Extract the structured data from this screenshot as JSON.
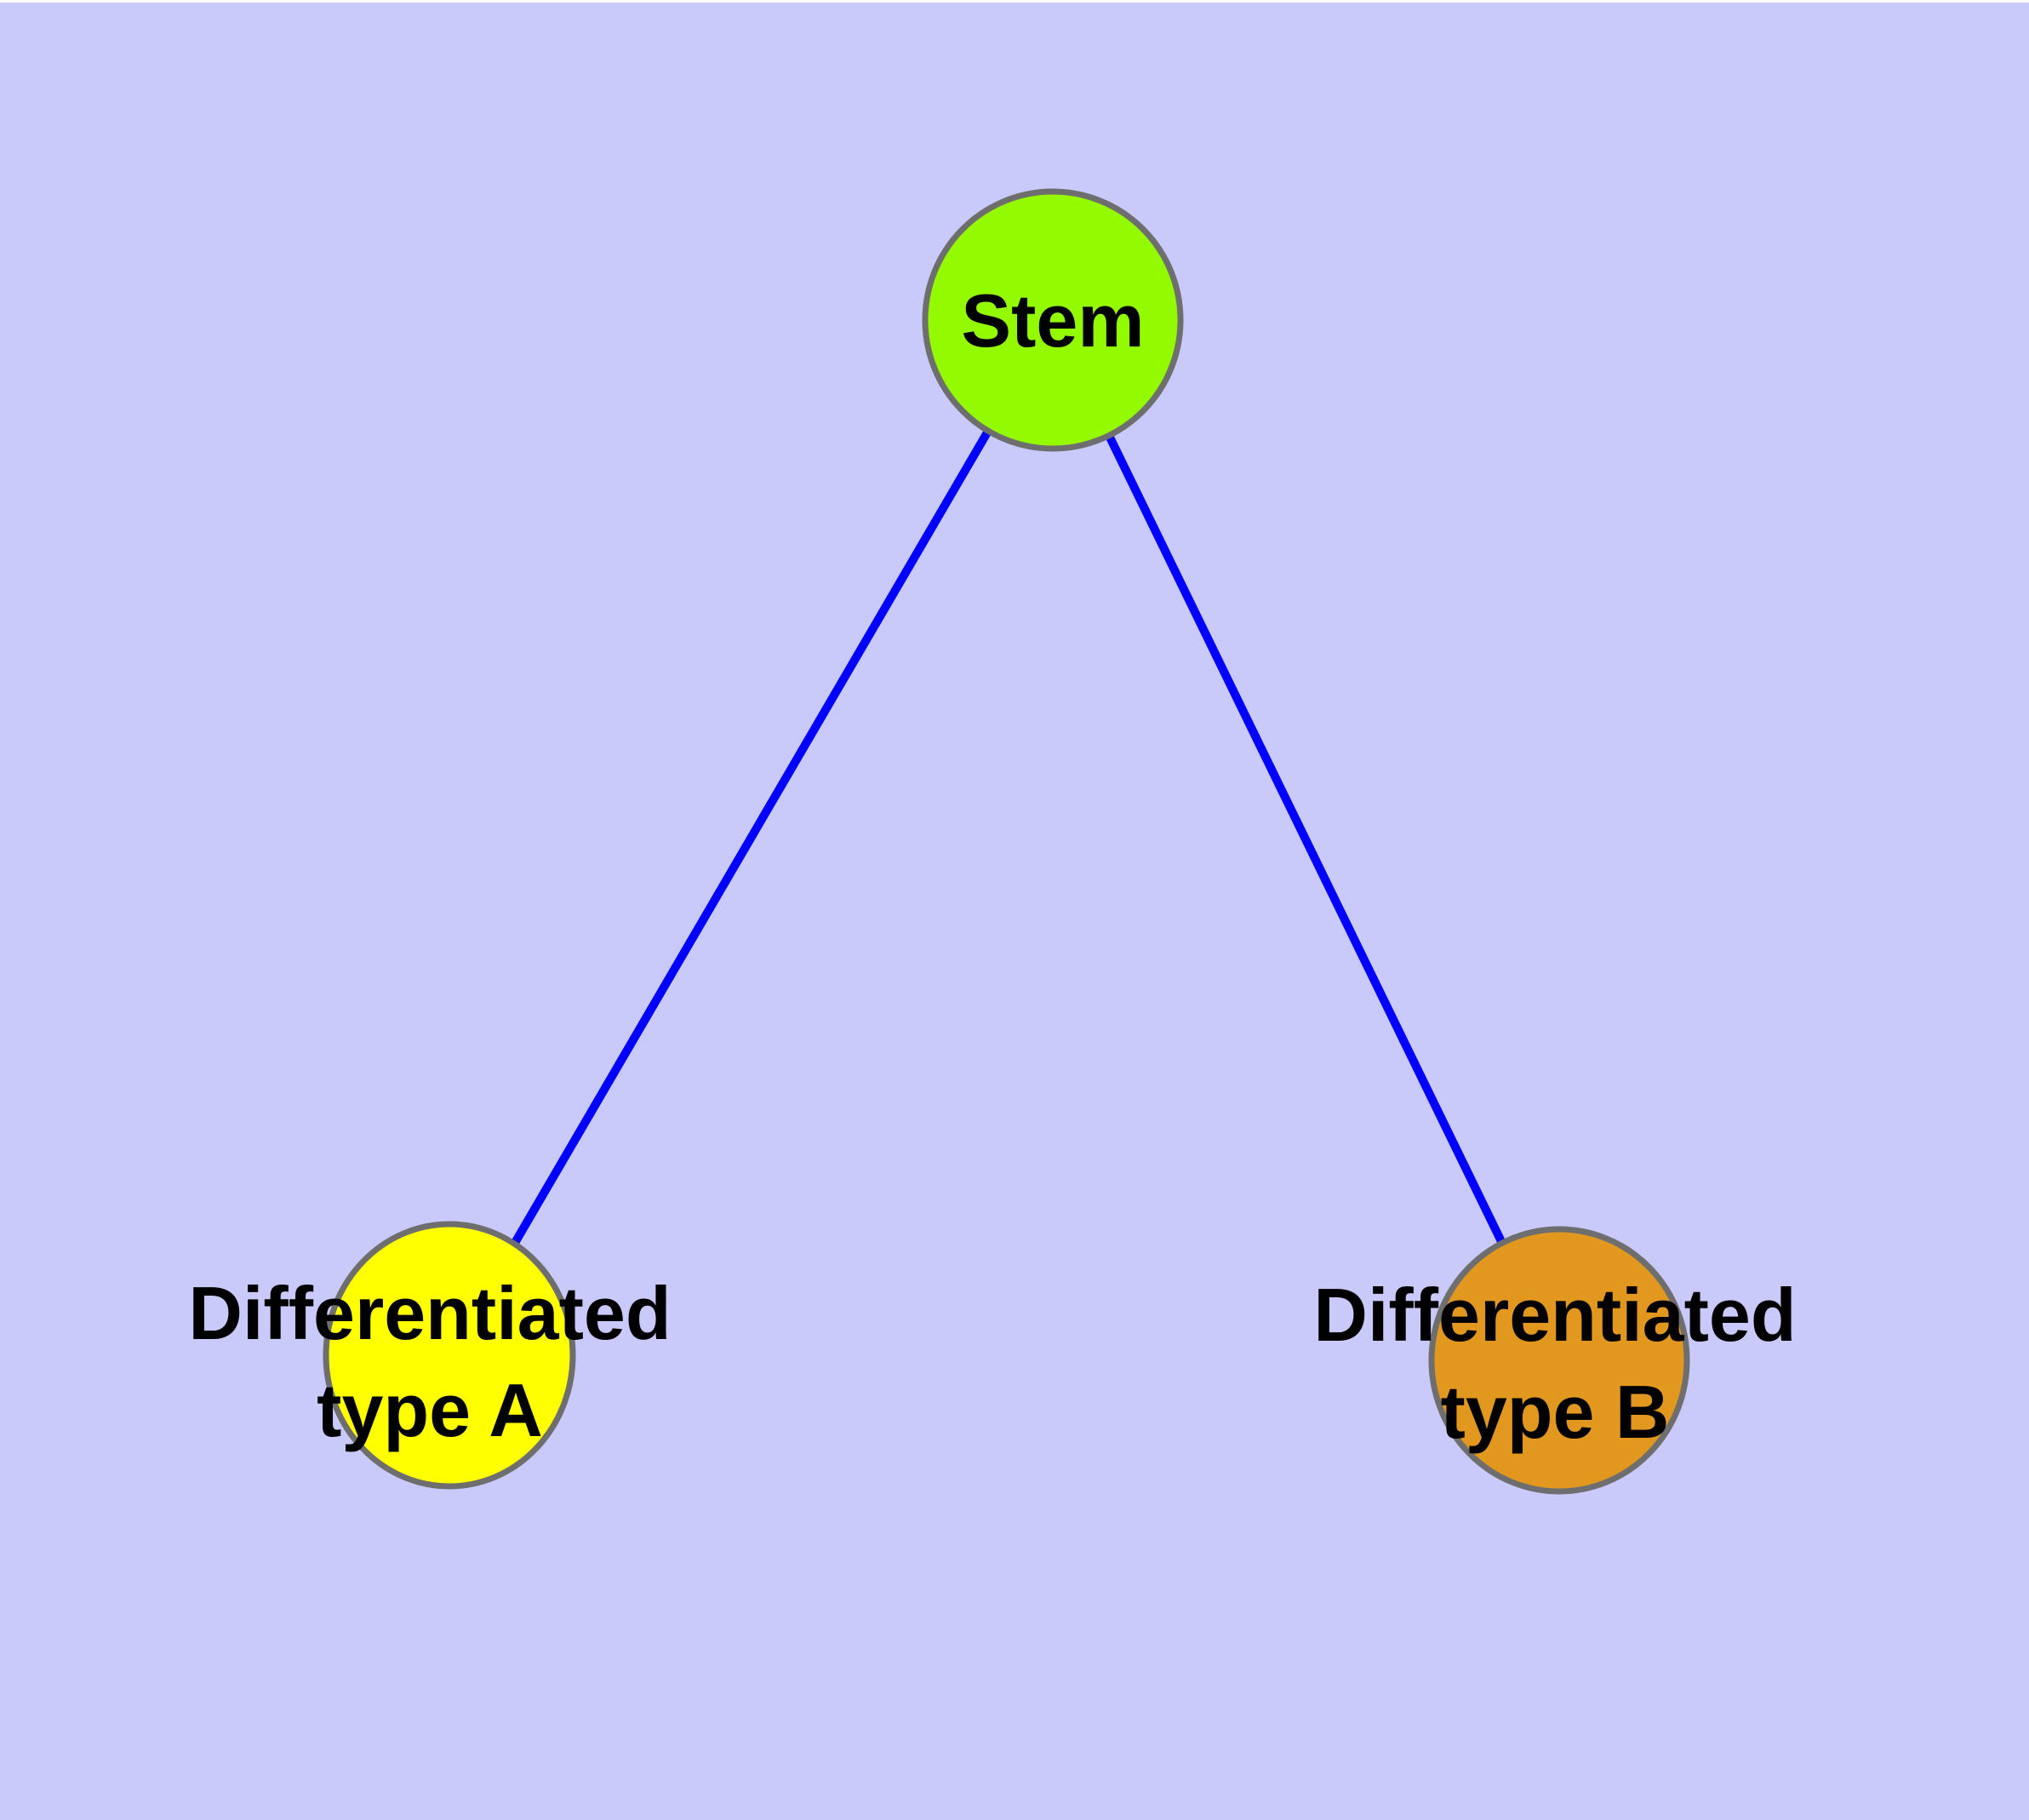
{
  "diagram": {
    "type": "node-link-graph",
    "background_color": "#c9c9fa",
    "edge_color": "#0000ff",
    "node_border_color": "#6e6e6e",
    "text_color": "#000000",
    "nodes": [
      {
        "id": "stem",
        "label": "Stem",
        "fill_color": "#94fa00"
      },
      {
        "id": "differentiated-type-a",
        "label": "Differentiated type A",
        "label_lines": [
          "Differentiated",
          "type A"
        ],
        "fill_color": "#ffff00"
      },
      {
        "id": "differentiated-type-b",
        "label": "Differentiated type B",
        "label_lines": [
          "Differentiated",
          "type B"
        ],
        "fill_color": "#e2981f"
      }
    ],
    "edges": [
      {
        "from": "Stem",
        "to": "Differentiated type A"
      },
      {
        "from": "Stem",
        "to": "Differentiated type B"
      }
    ]
  }
}
